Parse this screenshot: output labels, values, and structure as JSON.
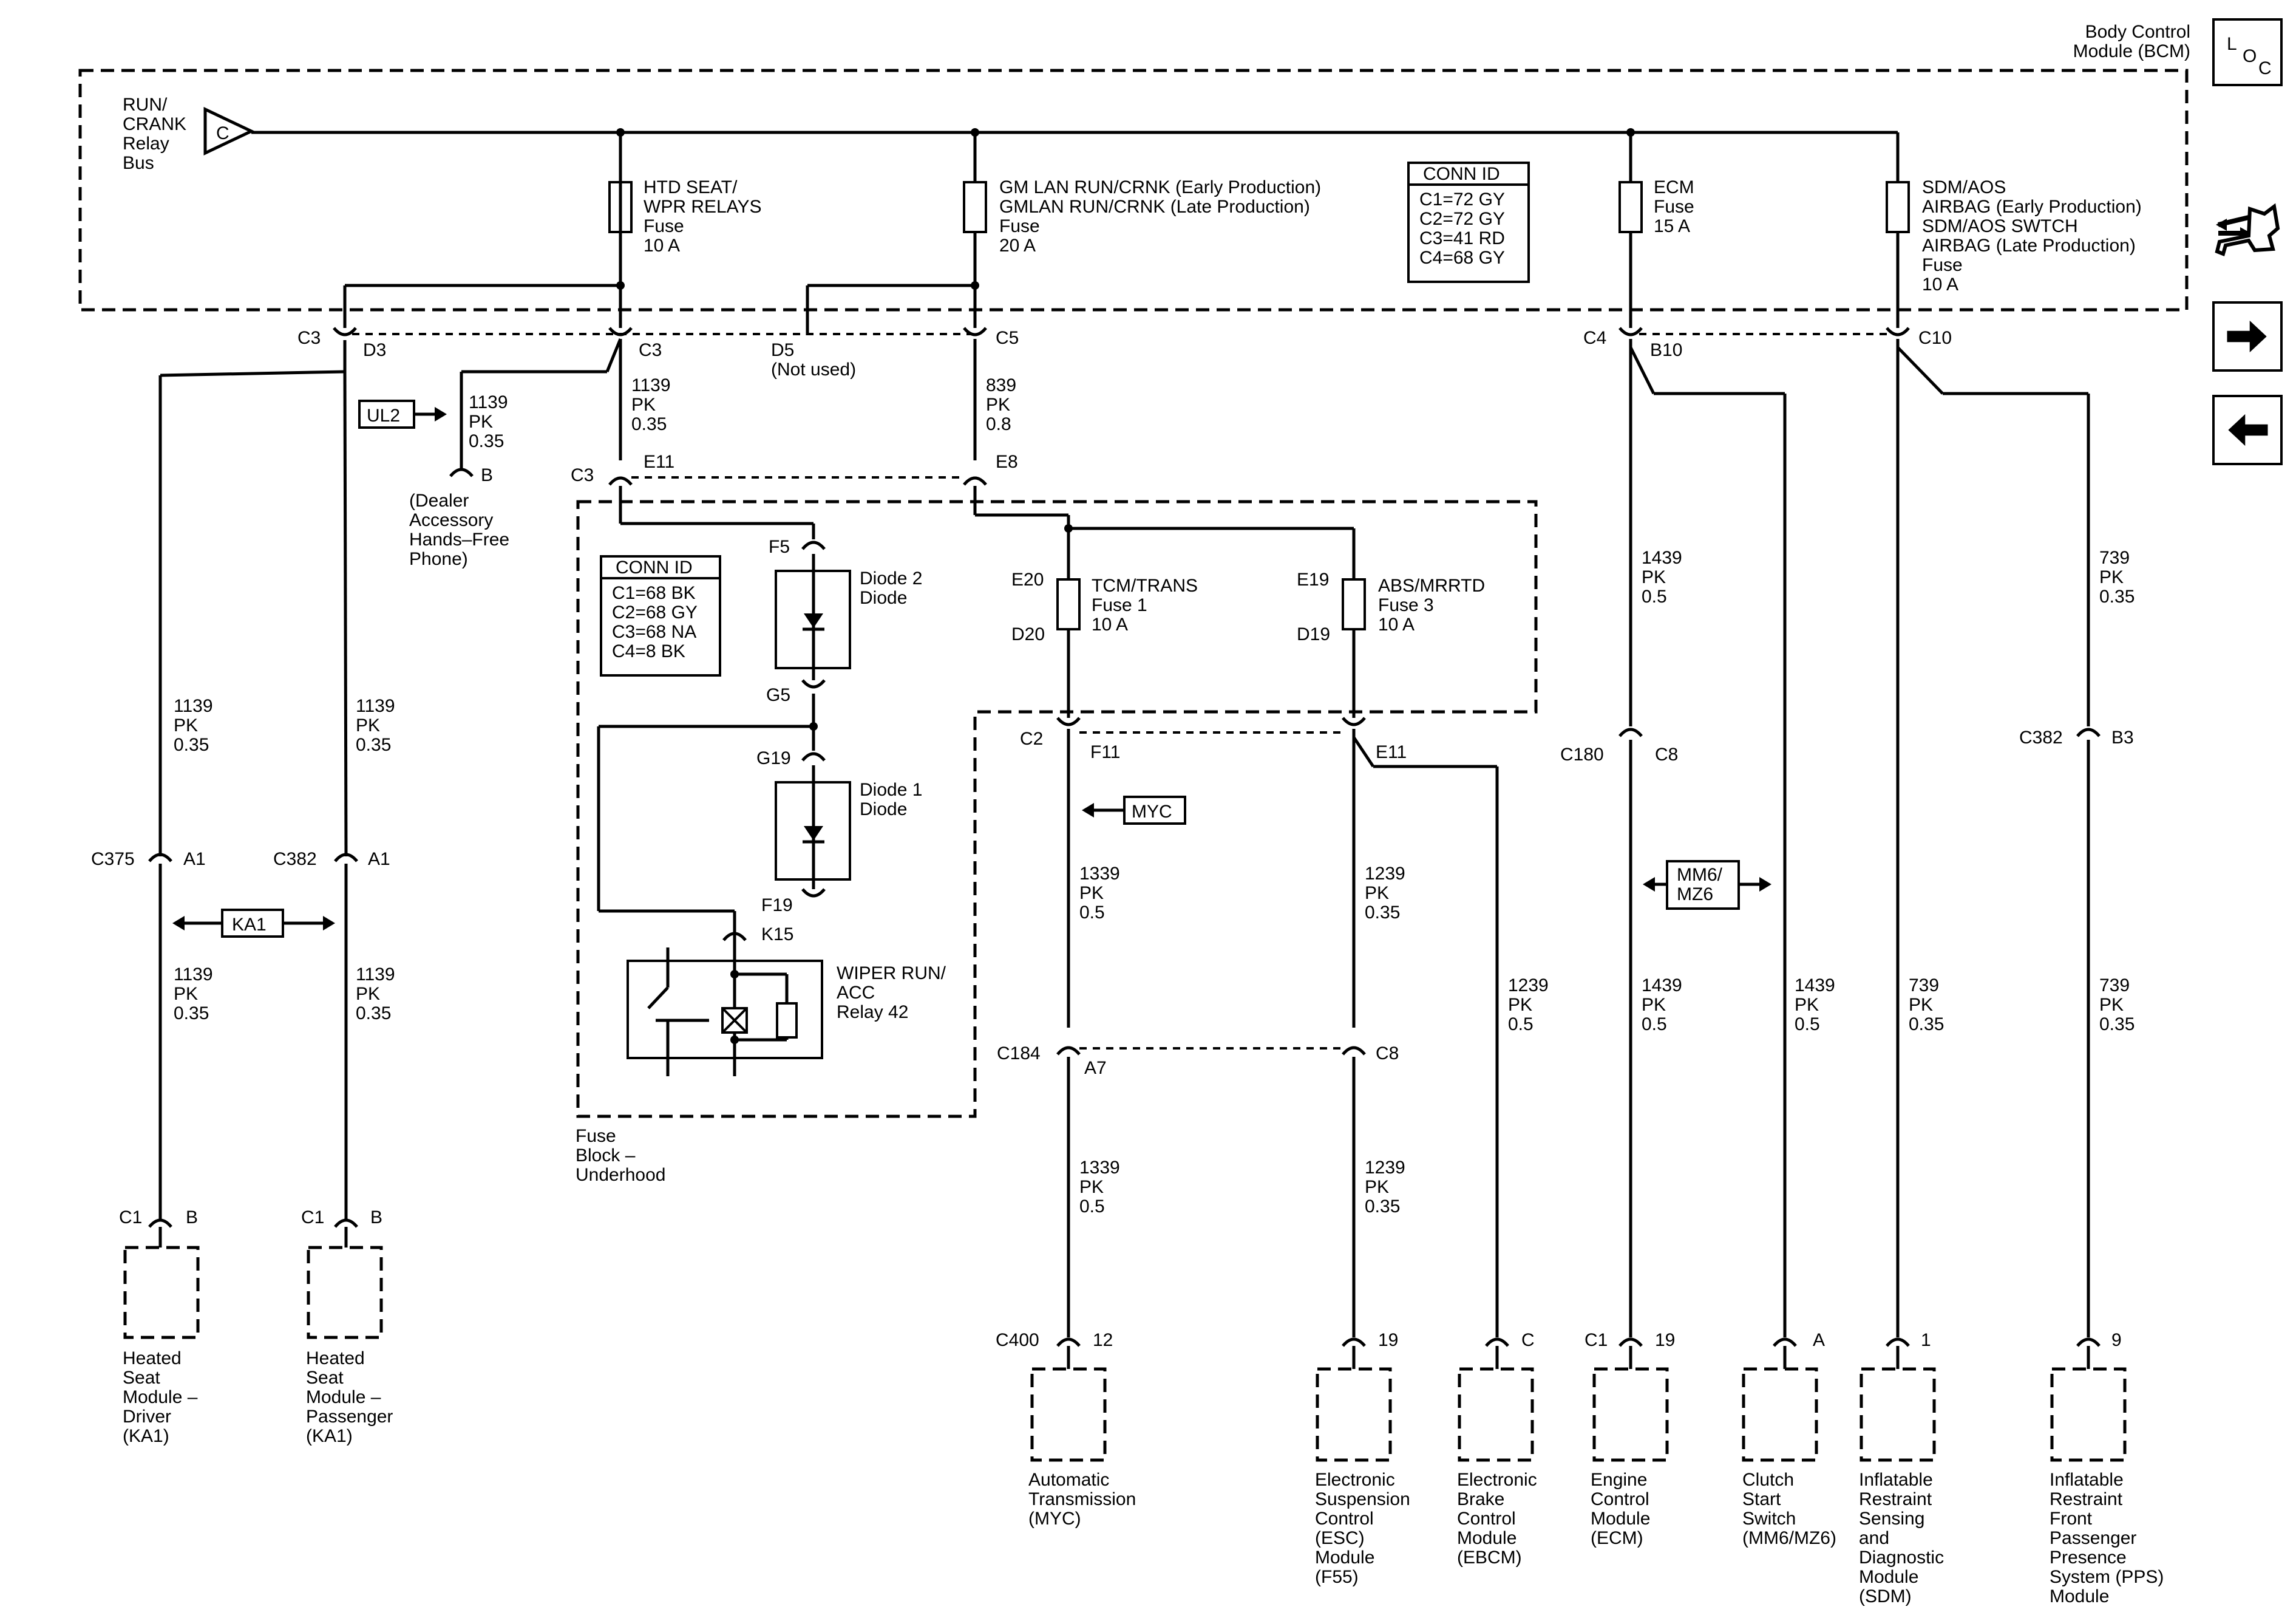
{
  "header": {
    "module_title": [
      "Body Control",
      "Module (BCM)"
    ],
    "loc_letters": [
      "L",
      "O",
      "C"
    ]
  },
  "nav": {
    "tools_icon": "schematic-tools-icon",
    "next_icon": "arrow-right-icon",
    "prev_icon": "arrow-left-icon"
  },
  "bcm": {
    "bus_label": [
      "RUN/",
      "CRANK",
      "Relay",
      "Bus"
    ],
    "bus_letter": "C",
    "fuses": [
      {
        "lines": [
          "HTD SEAT/",
          "WPR RELAYS",
          "Fuse",
          "10 A"
        ]
      },
      {
        "lines": [
          "GM LAN RUN/CRNK (Early Production)",
          "GMLAN RUN/CRNK (Late Production)",
          "Fuse",
          "20 A"
        ]
      },
      {
        "lines": [
          "ECM",
          "Fuse",
          "15 A"
        ]
      },
      {
        "lines": [
          "SDM/AOS",
          "AIRBAG (Early Production)",
          "SDM/AOS SWTCH",
          "AIRBAG (Late Production)",
          "Fuse",
          "10 A"
        ]
      }
    ],
    "conn_id": {
      "title": "CONN ID",
      "rows": [
        "C1=72 GY",
        "C2=72 GY",
        "C3=41 RD",
        "C4=68 GY"
      ]
    }
  },
  "fuse_block": {
    "label": [
      "Fuse",
      "Block –",
      "Underhood"
    ],
    "conn_id": {
      "title": "CONN ID",
      "rows": [
        "C1=68 BK",
        "C2=68 GY",
        "C3=68 NA",
        "C4=8 BK"
      ]
    },
    "diode2": [
      "Diode 2",
      "Diode"
    ],
    "diode1": [
      "Diode 1",
      "Diode"
    ],
    "relay": [
      "WIPER RUN/",
      "ACC",
      "Relay 42"
    ],
    "fuse_tcm": [
      "TCM/TRANS",
      "Fuse 1",
      "10 A"
    ],
    "fuse_abs": [
      "ABS/MRRTD",
      "Fuse 3",
      "10 A"
    ]
  },
  "connectors": {
    "bcm_c3": "C3",
    "bcm_d3": "D3",
    "bcm_c3b": "C3",
    "bcm_d5": "D5",
    "bcm_d5_note": "(Not used)",
    "bcm_c5": "C5",
    "bcm_c4": "C4",
    "bcm_b10": "B10",
    "bcm_c10": "C10",
    "fb_c3": "C3",
    "fb_e11": "E11",
    "fb_e8": "E8",
    "f5": "F5",
    "g5": "G5",
    "g19": "G19",
    "f19": "F19",
    "k15": "K15",
    "e20": "E20",
    "d20": "D20",
    "e19": "E19",
    "d19": "D19",
    "fb_c2": "C2",
    "fb_f11": "F11",
    "fb_e11b": "E11",
    "c375": "C375",
    "c375_pin": "A1",
    "c382a": "C382",
    "c382a_pin": "A1",
    "c180": "C180",
    "c180_pin": "C8",
    "c382b": "C382",
    "c382b_pin": "B3",
    "c184": "C184",
    "c184_pin": "A7",
    "c184b_pin": "C8",
    "dealer_pin": "B"
  },
  "wires": {
    "w_dealer": [
      "1139",
      "PK",
      "0.35"
    ],
    "w_c3": [
      "1139",
      "PK",
      "0.35"
    ],
    "w_839": [
      "839",
      "PK",
      "0.8"
    ],
    "w_ecm_a": [
      "1439",
      "PK",
      "0.5"
    ],
    "w_sdm_a": [
      "739",
      "PK",
      "0.35"
    ],
    "w_hs1_a": [
      "1139",
      "PK",
      "0.35"
    ],
    "w_hs2_a": [
      "1139",
      "PK",
      "0.35"
    ],
    "w_hs1_b": [
      "1139",
      "PK",
      "0.35"
    ],
    "w_hs2_b": [
      "1139",
      "PK",
      "0.35"
    ],
    "w_1339_a": [
      "1339",
      "PK",
      "0.5"
    ],
    "w_1239_a": [
      "1239",
      "PK",
      "0.35"
    ],
    "w_1239_c": [
      "1239",
      "PK",
      "0.5"
    ],
    "w_ecm_b": [
      "1439",
      "PK",
      "0.5"
    ],
    "w_clutch": [
      "1439",
      "PK",
      "0.5"
    ],
    "w_sdm_b": [
      "739",
      "PK",
      "0.35"
    ],
    "w_pps_b": [
      "739",
      "PK",
      "0.35"
    ],
    "w_1339_b": [
      "1339",
      "PK",
      "0.5"
    ],
    "w_1239_b": [
      "1239",
      "PK",
      "0.35"
    ]
  },
  "tags": {
    "ul2": "UL2",
    "ka1": "KA1",
    "myc": "MYC",
    "mm6": [
      "MM6/",
      "MZ6"
    ]
  },
  "dealer": [
    "(Dealer",
    "Accessory",
    "Hands–Free",
    "Phone)"
  ],
  "components": [
    {
      "conn": "C1",
      "pin": "B",
      "lines": [
        "Heated",
        "Seat",
        "Module –",
        "Driver",
        "(KA1)"
      ]
    },
    {
      "conn": "C1",
      "pin": "B",
      "lines": [
        "Heated",
        "Seat",
        "Module –",
        "Passenger",
        "(KA1)"
      ]
    },
    {
      "conn": "C400",
      "pin": "12",
      "lines": [
        "Automatic",
        "Transmission",
        "(MYC)"
      ]
    },
    {
      "conn": "",
      "pin": "19",
      "lines": [
        "Electronic",
        "Suspension",
        "Control",
        "(ESC)",
        "Module",
        "(F55)"
      ]
    },
    {
      "conn": "",
      "pin": "C",
      "lines": [
        "Electronic",
        "Brake",
        "Control",
        "Module",
        "(EBCM)"
      ]
    },
    {
      "conn": "C1",
      "pin": "19",
      "lines": [
        "Engine",
        "Control",
        "Module",
        "(ECM)"
      ]
    },
    {
      "conn": "",
      "pin": "A",
      "lines": [
        "Clutch",
        "Start",
        "Switch",
        "(MM6/MZ6)"
      ]
    },
    {
      "conn": "",
      "pin": "1",
      "lines": [
        "Inflatable",
        "Restraint",
        "Sensing",
        "and",
        "Diagnostic",
        "Module",
        "(SDM)"
      ]
    },
    {
      "conn": "",
      "pin": "9",
      "lines": [
        "Inflatable",
        "Restraint",
        "Front",
        "Passenger",
        "Presence",
        "System (PPS)",
        "Module"
      ]
    }
  ]
}
